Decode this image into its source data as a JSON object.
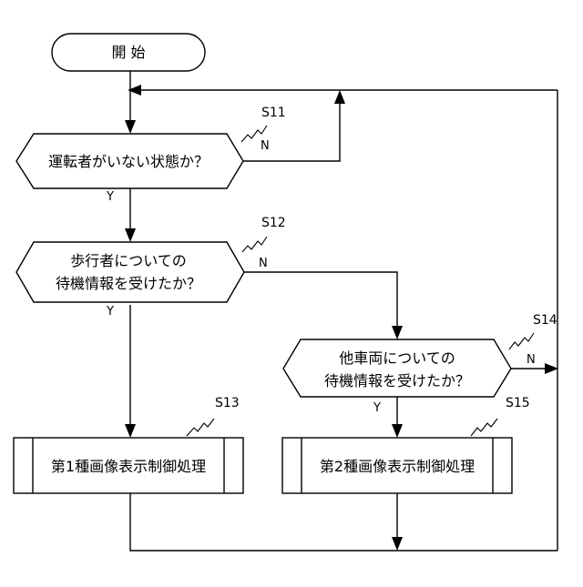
{
  "start": {
    "label": "開 始"
  },
  "s11": {
    "step": "S11",
    "text": "運転者がいない状態か？",
    "yes": "Y",
    "no": "N"
  },
  "s12": {
    "step": "S12",
    "line1": "歩行者についての",
    "line2": "待機情報を受けたか？",
    "yes": "Y",
    "no": "N"
  },
  "s13": {
    "step": "S13",
    "text": "第1種画像表示制御処理"
  },
  "s14": {
    "step": "S14",
    "line1": "他車両についての",
    "line2": "待機情報を受けたか？",
    "yes": "Y",
    "no": "N"
  },
  "s15": {
    "step": "S15",
    "text": "第2種画像表示制御処理"
  }
}
